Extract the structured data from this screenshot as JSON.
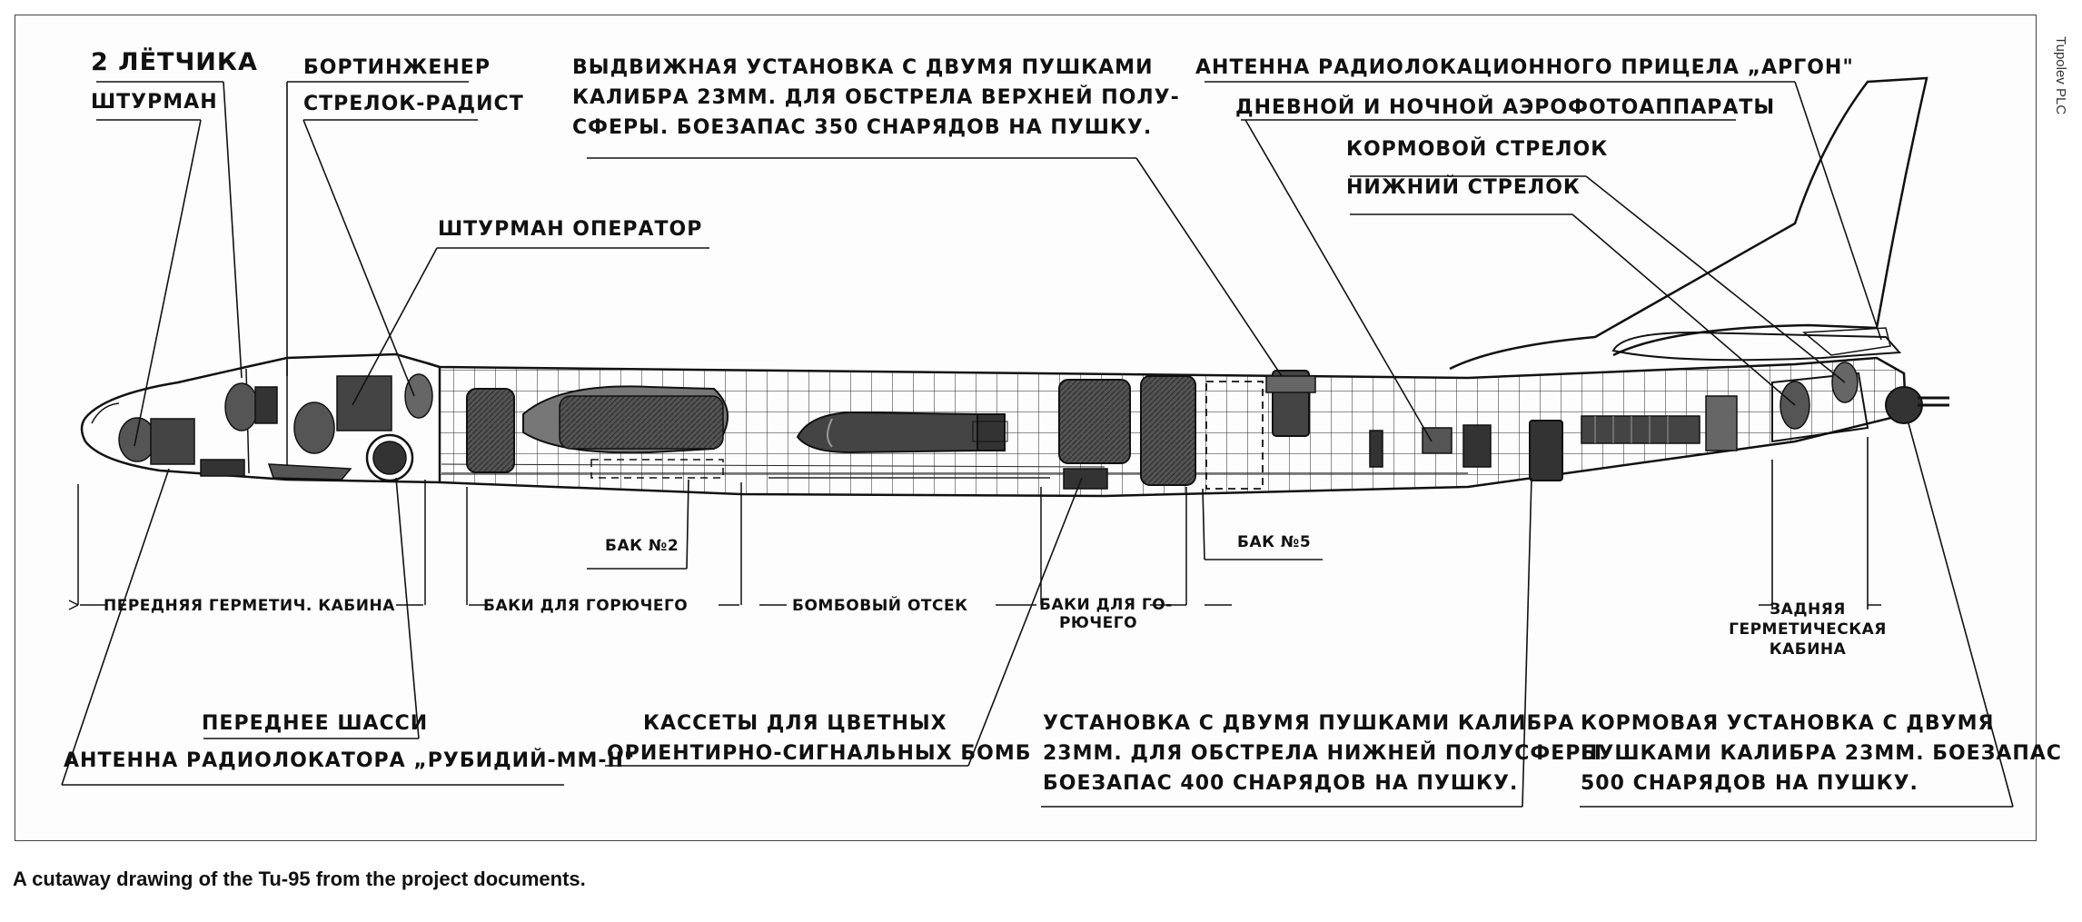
{
  "credit": "Tupolev PLC",
  "caption": "A cutaway drawing of the Tu-95 from the project documents.",
  "labels": {
    "pilots": "2 ЛЁТЧИКА",
    "navigator": "ШТУРМАН",
    "flight_engineer": "БОРТИНЖЕНЕР",
    "gunner_radio": "СТРЕЛОК-РАДИСТ",
    "navigator_operator": "ШТУРМАН ОПЕРАТОР",
    "dorsal_turret": [
      "ВЫДВИЖНАЯ УСТАНОВКА С ДВУМЯ ПУШКАМИ",
      "КАЛИБРА 23ММ. ДЛЯ ОБСТРЕЛА ВЕРХНЕЙ ПОЛУ-",
      "СФЕРЫ. БОЕЗАПАС 350 СНАРЯДОВ НА ПУШКУ."
    ],
    "argon_antenna": "АНТЕННА РАДИОЛОКАЦИОННОГО ПРИЦЕЛА „АРГОН\"",
    "cameras": "ДНЕВНОЙ И НОЧНОЙ АЭРОФОТОАППАРАТЫ",
    "tail_gunner": "КОРМОВОЙ СТРЕЛОК",
    "lower_gunner": "НИЖНИЙ СТРЕЛОК",
    "tank2": "БАК №2",
    "tank5": "БАК №5",
    "front_cabin": "ПЕРЕДНЯЯ ГЕРМЕТИЧ. КАБИНА",
    "fuel_tanks": "БАКИ ДЛЯ ГОРЮЧЕГО",
    "bomb_bay": "БОМБОВЫЙ ОТСЕК",
    "fuel_tanks_split": [
      "БАКИ ДЛЯ ГО-",
      "РЮЧЕГО"
    ],
    "rear_cabin": [
      "ЗАДНЯЯ",
      "ГЕРМЕТИЧЕСКАЯ",
      "КАБИНА"
    ],
    "nose_gear": "ПЕРЕДНЕЕ ШАССИ",
    "rubidiy_antenna": "АНТЕННА РАДИОЛОКАТОРА „РУБИДИЙ-ММ-II\"",
    "flare_cassettes": [
      "КАССЕТЫ ДЛЯ ЦВЕТНЫХ",
      "ОРИЕНТИРНО-СИГНАЛЬНЫХ БОМБ"
    ],
    "ventral_turret": [
      "УСТАНОВКА С ДВУМЯ ПУШКАМИ КАЛИБРА",
      "23ММ. ДЛЯ ОБСТРЕЛА НИЖНЕЙ ПОЛУСФЕРЫ",
      "БОЕЗАПАС 400 СНАРЯДОВ НА ПУШКУ."
    ],
    "tail_turret": [
      "КОРМОВАЯ УСТАНОВКА С ДВУМЯ",
      "ПУШКАМИ КАЛИБРА 23ММ. БОЕЗАПАС",
      "500 СНАРЯДОВ НА ПУШКУ."
    ]
  }
}
